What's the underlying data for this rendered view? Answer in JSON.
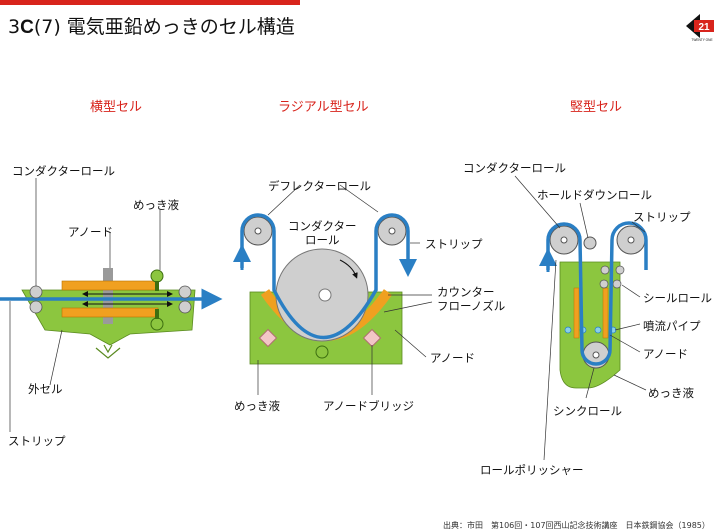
{
  "header": {
    "section": "3",
    "section_letter": "C",
    "section_number": "(7)",
    "title": "電気亜鉛めっきのセル構造",
    "logo_text": "TWENTY ONE"
  },
  "headings": {
    "horizontal": "横型セル",
    "radial": "ラジアル型セル",
    "vertical": "竪型セル"
  },
  "horizontal_cell": {
    "conductor_roll": "コンダクターロール",
    "plating_solution": "めっき液",
    "anode": "アノード",
    "outer_cell": "外セル",
    "strip": "ストリップ"
  },
  "radial_cell": {
    "deflector_roll": "デフレクターロール",
    "conductor_roll_1": "コンダクター",
    "conductor_roll_2": "ロール",
    "strip": "ストリップ",
    "counter_flow_nozzle_1": "カウンター",
    "counter_flow_nozzle_2": "フローノズル",
    "anode": "アノード",
    "plating_solution": "めっき液",
    "anode_bridge": "アノードブリッジ"
  },
  "vertical_cell": {
    "conductor_roll": "コンダクターロール",
    "hold_down_roll": "ホールドダウンロール",
    "strip": "ストリップ",
    "seal_roll": "シールロール",
    "spray_pipe": "噴流パイプ",
    "anode": "アノード",
    "plating_solution": "めっき液",
    "sink_roll": "シンクロール",
    "roll_polisher": "ロールポリッシャー"
  },
  "source": "出典：市田　第106回・107回西山記念技術講座　日本鉄鋼協会（1985）",
  "colors": {
    "accent_red": "#d8241c",
    "strip_blue": "#2a7fc4",
    "bath_green": "#8cc63f",
    "anode_orange": "#f0a020",
    "roll_gray": "#cfcfcf"
  }
}
